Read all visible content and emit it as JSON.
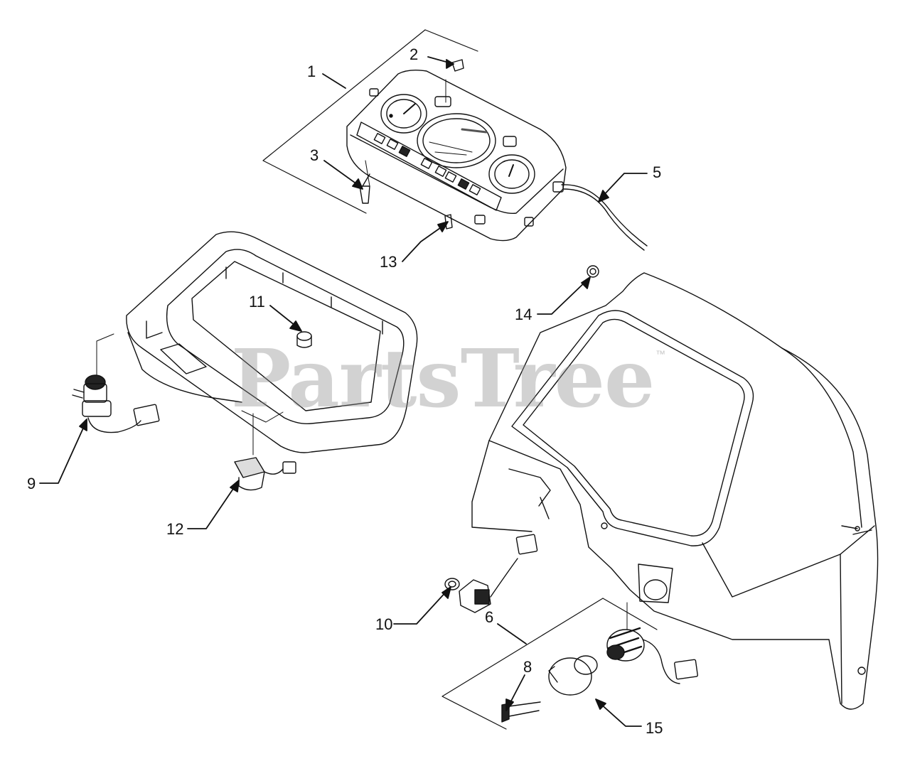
{
  "diagram": {
    "watermark": "PartsTree",
    "watermark_tm": "™",
    "colors": {
      "line": "#111111",
      "watermark": "#8c8c8c",
      "background": "#ffffff"
    },
    "callouts": [
      {
        "id": "1",
        "label": "1"
      },
      {
        "id": "2",
        "label": "2"
      },
      {
        "id": "3",
        "label": "3"
      },
      {
        "id": "5",
        "label": "5"
      },
      {
        "id": "6",
        "label": "6"
      },
      {
        "id": "8",
        "label": "8"
      },
      {
        "id": "9",
        "label": "9"
      },
      {
        "id": "10",
        "label": "10"
      },
      {
        "id": "11",
        "label": "11"
      },
      {
        "id": "12",
        "label": "12"
      },
      {
        "id": "13",
        "label": "13"
      },
      {
        "id": "14",
        "label": "14"
      },
      {
        "id": "15",
        "label": "15"
      }
    ]
  }
}
